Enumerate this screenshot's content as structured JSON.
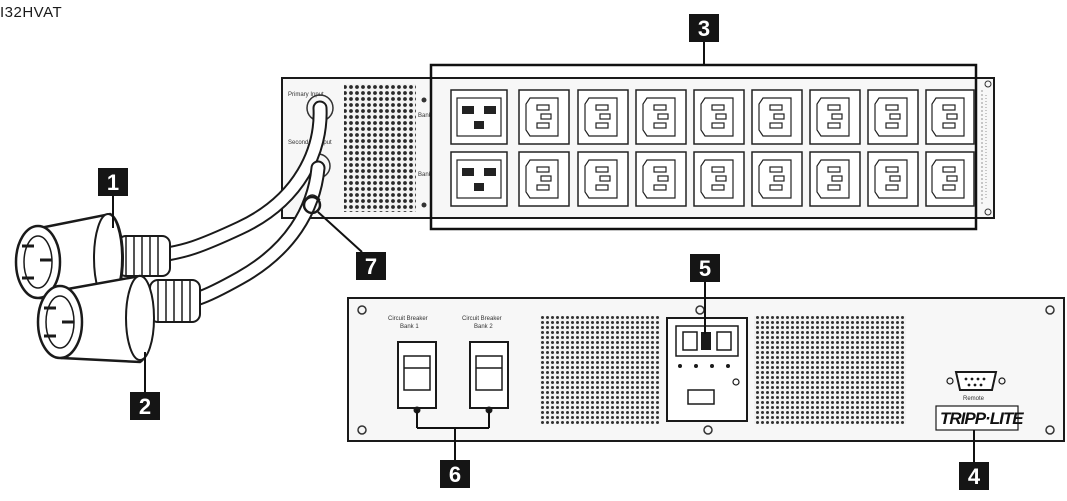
{
  "model_label": "I32HVAT",
  "callouts": [
    {
      "number": "1",
      "target": "primary-input-plug"
    },
    {
      "number": "2",
      "target": "secondary-input-plug"
    },
    {
      "number": "3",
      "target": "outlet-bank"
    },
    {
      "number": "4",
      "target": "network-port"
    },
    {
      "number": "5",
      "target": "transfer-switch-module"
    },
    {
      "number": "6",
      "target": "circuit-breakers"
    },
    {
      "number": "7",
      "target": "cord-retention"
    }
  ],
  "panel_text": {
    "primary_input": "Primary Input",
    "secondary_input": "Secondary Input",
    "bank_upper": "Bank",
    "bank_lower": "Bank",
    "breaker_1": "Circuit Breaker",
    "breaker_1_sub": "Bank 1",
    "breaker_2": "Circuit Breaker",
    "breaker_2_sub": "Bank 2",
    "port_label": "Remote",
    "logo": "TRIPP·LITE"
  },
  "icons": {
    "c19_outlet": "c19-outlet-icon",
    "c13_outlet": "c13-outlet-icon",
    "vent": "vent-grille",
    "screw": "screw-icon",
    "db9": "db9-port-icon"
  },
  "colors": {
    "ink": "#1a1a1a",
    "callout_bg": "#151515",
    "callout_fg": "#ffffff",
    "panel_fill": "#f7f7f7"
  }
}
